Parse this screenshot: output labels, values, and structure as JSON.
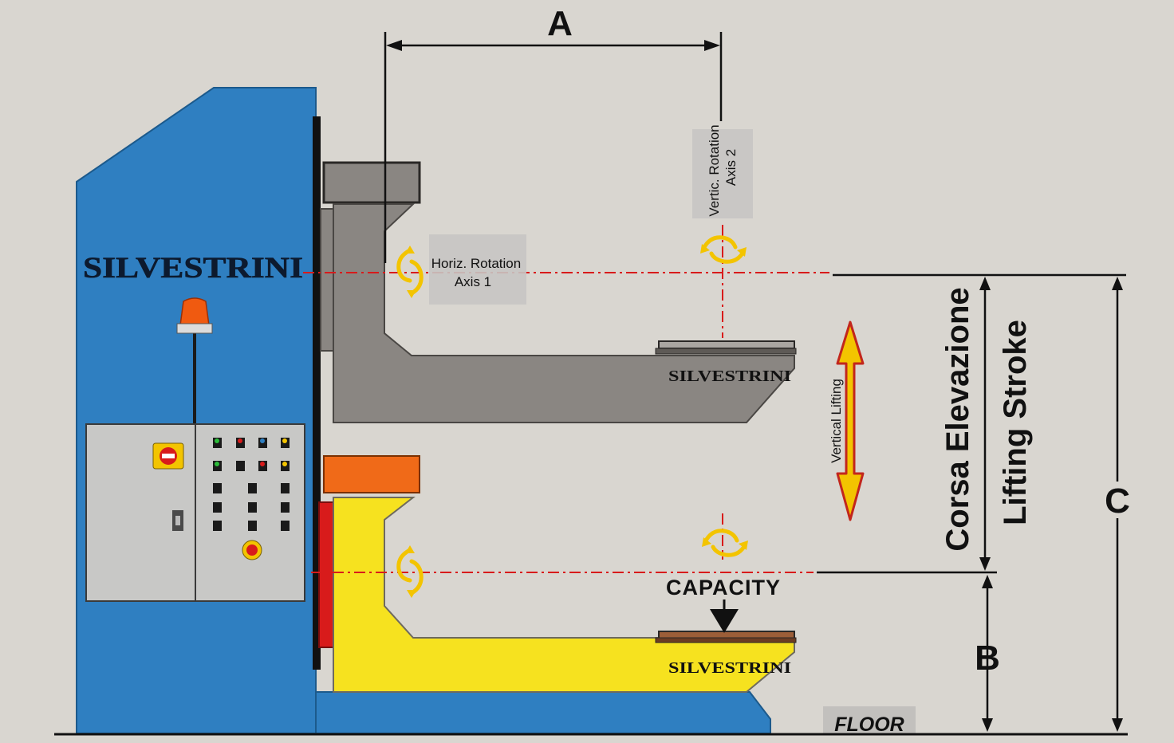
{
  "brand": {
    "logo_text": "SILVESTRINI"
  },
  "labels": {
    "dim_a": "A",
    "dim_b": "B",
    "dim_c": "C",
    "axis1_line1": "Horiz. Rotation",
    "axis1_line2": "Axis  1",
    "axis2_line1": "Vertic. Rotation",
    "axis2_line2": "Axis  2",
    "vertical_lifting": "Vertical  Lifting",
    "stroke_it": "Corsa Elevazione",
    "stroke_en": "Lifting Stroke",
    "capacity": "CAPACITY",
    "floor": "FLOOR"
  },
  "colors": {
    "background": "#d9d6d0",
    "column": "#2f7fc1",
    "arm_upper": "#8a8682",
    "arm_lower": "#f6e21f",
    "cap_lower": "#f06a18",
    "axis_line": "#d81b1b",
    "rotation_icon": "#f3c400",
    "lift_arrow": "#f3c400",
    "lift_arrow_outline": "#c2261c",
    "beacon": "#f05a10",
    "control_panel": "#c8c8c6"
  },
  "icons": [
    "rotation-arrow-icon",
    "double-headed-arrow-icon",
    "beacon-light-icon",
    "emergency-stop-icon"
  ]
}
